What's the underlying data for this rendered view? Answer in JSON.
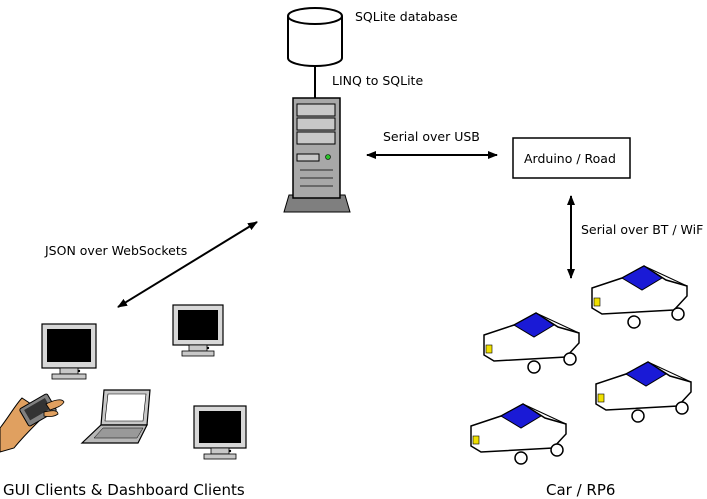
{
  "labels": {
    "database": "SQLite database",
    "linq": "LINQ to SQLite",
    "serial_usb": "Serial over USB",
    "arduino": "Arduino / Road",
    "json_ws": "JSON over WebSockets",
    "serial_bt": "Serial over BT / WiF",
    "clients": "GUI Clients & Dashboard Clients",
    "cars": "Car / RP6"
  },
  "colors": {
    "car_window": "#1a1ad6",
    "server_body": "#a0a0a0",
    "screen": "#000000",
    "hand": "#e0a060"
  },
  "icons": {
    "database": "database-cylinder-icon",
    "server": "server-tower-icon",
    "monitor": "crt-monitor-icon",
    "laptop": "laptop-icon",
    "pda": "handheld-pda-icon",
    "car": "car-icon"
  }
}
